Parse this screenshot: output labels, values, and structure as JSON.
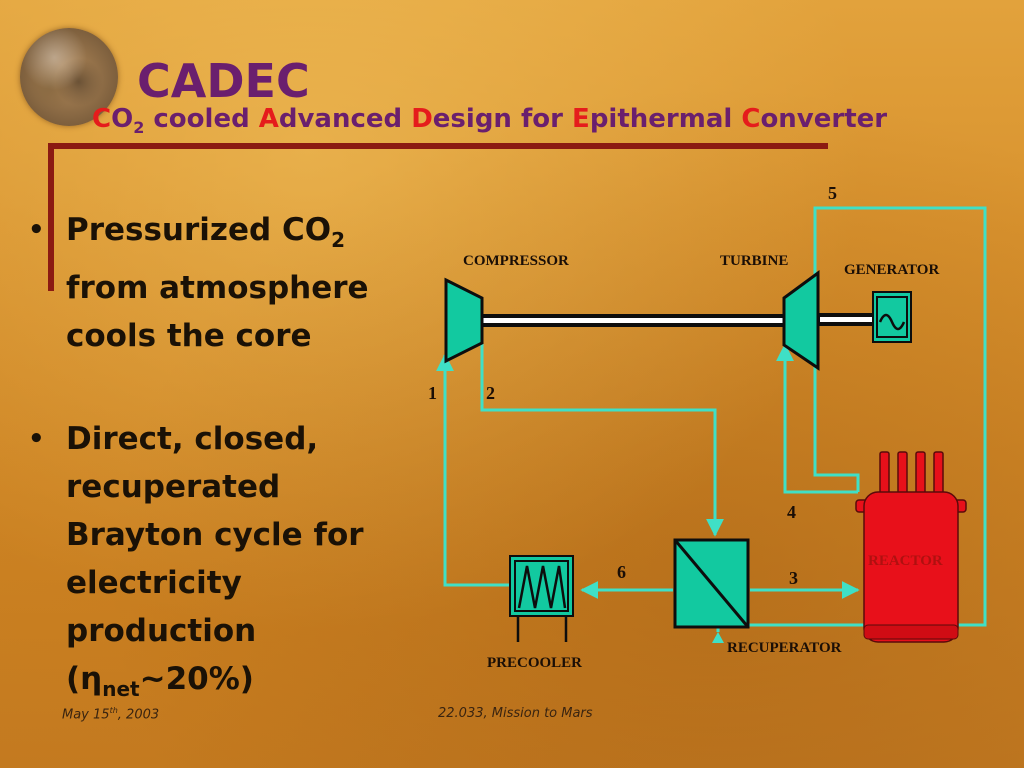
{
  "slide": {
    "title": "CADEC",
    "subtitle": {
      "c1": "C",
      "o2a": "O",
      "o2sub": "2",
      "w1": " cooled ",
      "a": "A",
      "w2": "dvanced ",
      "d": "D",
      "w3": "esign for ",
      "e": "E",
      "w4": "pithermal ",
      "c2": "C",
      "w5": "onverter"
    },
    "bullet_symbol": "•",
    "bullets": [
      {
        "part1": "Pressurized CO",
        "sub": "2",
        "part2": " from atmosphere cools the core"
      },
      {
        "part1": "Direct, closed, recuperated Brayton cycle for electricity production (η",
        "sub": "net",
        "part2": "~20%)"
      }
    ],
    "footer": {
      "date_main": "May 15",
      "date_sup": "th",
      "date_rest": ", 2003",
      "course": "22.033, Mission to Mars"
    }
  },
  "diagram": {
    "components": {
      "compressor": "COMPRESSOR",
      "turbine": "TURBINE",
      "generator": "GENERATOR",
      "reactor": "REACTOR",
      "recuperator": "RECUPERATOR",
      "precooler": "PRECOOLER"
    },
    "state_points": [
      "1",
      "2",
      "3",
      "4",
      "5",
      "6"
    ],
    "colors": {
      "component_fill": "#12c9a0",
      "flow_line": "#3fe0c6",
      "reactor_fill": "#e8101a",
      "reactor_label": "#b01010",
      "title": "#6a1f6e",
      "accent_letters": "#e51c1c",
      "rule": "#8b1a12"
    }
  }
}
